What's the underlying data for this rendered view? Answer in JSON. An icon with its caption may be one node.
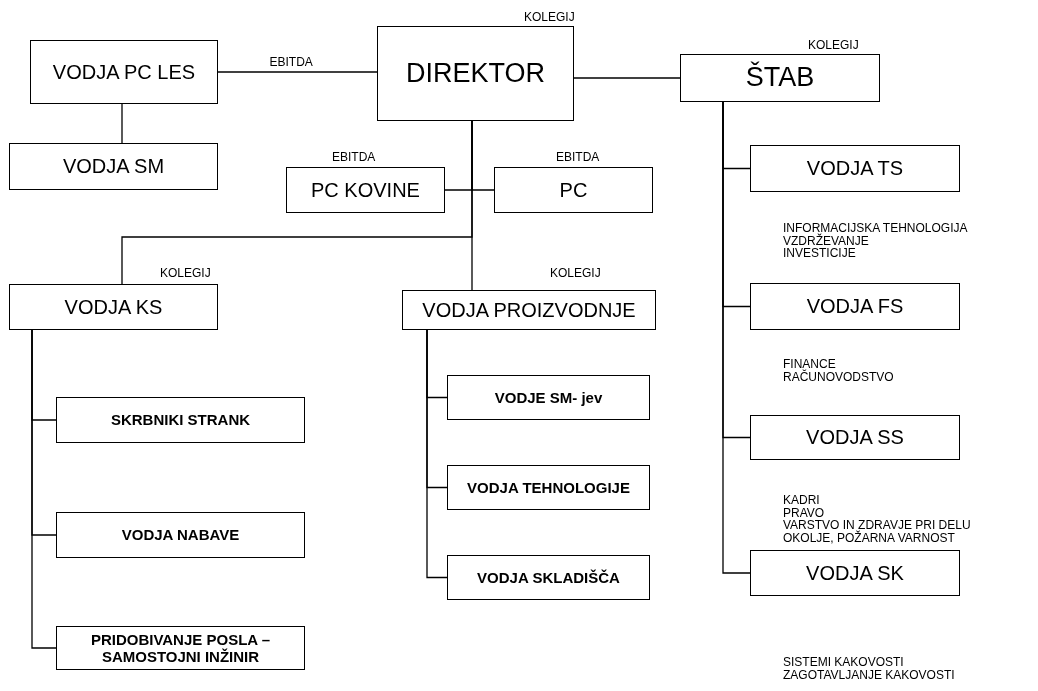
{
  "diagram": {
    "nodes": [
      {
        "text": [
          "VODJA PC LES"
        ]
      },
      {
        "text": [
          "DIREKTOR"
        ],
        "beside": [
          "KOLEGIJ"
        ]
      },
      {
        "text": [
          "ŠTAB"
        ],
        "beside": [
          "KOLEGIJ"
        ]
      },
      {
        "text": [
          "VODJA SM"
        ]
      },
      {
        "text": [
          "PC KOVINE"
        ],
        "beside": [
          "EBITDA"
        ]
      },
      {
        "text": [
          "PC"
        ],
        "beside": [
          "EBITDA"
        ]
      },
      {
        "text": [
          "VODJA TS"
        ],
        "beside": [
          "INFORMACIJSKA TEHNOLOGIJA",
          "VZDRŽEVANJE",
          "INVESTICIJE"
        ]
      },
      {
        "text": [
          "VODJA KS"
        ],
        "beside": [
          "KOLEGIJ"
        ]
      },
      {
        "text": [
          "VODJA PROIZVODNJE"
        ],
        "beside": [
          "KOLEGIJ"
        ]
      },
      {
        "text": [
          "VODJA FS"
        ],
        "beside": [
          "FINANCE",
          "RAČUNOVODSTVO"
        ]
      },
      {
        "text": [
          "SKRBNIKI STRANK"
        ]
      },
      {
        "text": [
          "VODJE SM- jev"
        ]
      },
      {
        "text": [
          "VODJA SS"
        ],
        "beside": [
          "KADRI",
          "PRAVO",
          "VARSTVO IN ZDRAVJE PRI DELU",
          "OKOLJE, POŽARNA VARNOST"
        ]
      },
      {
        "text": [
          "VODJA TEHNOLOGIJE"
        ]
      },
      {
        "text": [
          "VODJA NABAVE"
        ]
      },
      {
        "text": [
          "VODJA SKLADIŠČA"
        ]
      },
      {
        "text": [
          "VODJA SK"
        ],
        "beside": [
          "SISTEMI KAKOVOSTI",
          "ZAGOTAVLJANJE KAKOVOSTI"
        ]
      },
      {
        "text": [
          "PRIDOBIVANJE POSLA – SAMOSTOJNI INŽINIR"
        ]
      }
    ],
    "edges": [
      {
        "from": 0,
        "to": 1,
        "arrow": "none",
        "label": "EBITDA"
      },
      {
        "from": 1,
        "to": 2,
        "arrow": "none"
      },
      {
        "from": 0,
        "to": 3,
        "arrow": "none"
      },
      {
        "from": 1,
        "to": 4,
        "arrow": "none"
      },
      {
        "from": 1,
        "to": 5,
        "arrow": "none"
      },
      {
        "from": 1,
        "to": 7,
        "arrow": "none"
      },
      {
        "from": 1,
        "to": 8,
        "arrow": "none"
      },
      {
        "from": 2,
        "to": 6,
        "arrow": "none"
      },
      {
        "from": 2,
        "to": 9,
        "arrow": "none"
      },
      {
        "from": 2,
        "to": 12,
        "arrow": "none"
      },
      {
        "from": 2,
        "to": 16,
        "arrow": "none"
      },
      {
        "from": 7,
        "to": 10,
        "arrow": "none"
      },
      {
        "from": 7,
        "to": 14,
        "arrow": "none"
      },
      {
        "from": 7,
        "to": 17,
        "arrow": "none"
      },
      {
        "from": 8,
        "to": 11,
        "arrow": "none"
      },
      {
        "from": 8,
        "to": 13,
        "arrow": "none"
      },
      {
        "from": 8,
        "to": 15,
        "arrow": "none"
      }
    ]
  }
}
